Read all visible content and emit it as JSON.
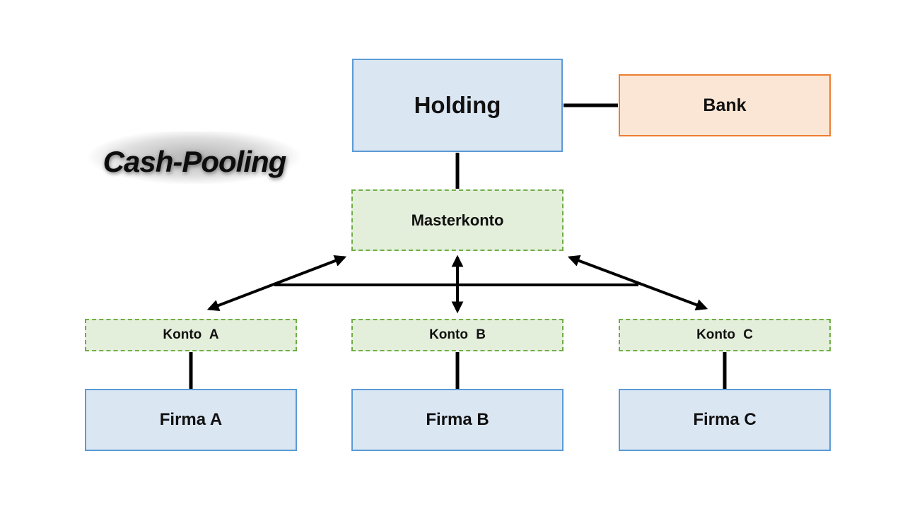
{
  "title": {
    "text": "Cash-Pooling"
  },
  "nodes": {
    "holding": {
      "label": "Holding"
    },
    "bank": {
      "label": "Bank"
    },
    "masterkonto": {
      "label": "Masterkonto"
    },
    "konto_a": {
      "label": "Konto A"
    },
    "konto_b": {
      "label": "Konto B"
    },
    "konto_c": {
      "label": "Konto C"
    },
    "firma_a": {
      "label": "Firma A"
    },
    "firma_b": {
      "label": "Firma B"
    },
    "firma_c": {
      "label": "Firma C"
    }
  },
  "colors": {
    "background": "#ffffff",
    "node_blue_fill": "#dbe6f3",
    "node_blue_border": "#5b9bd5",
    "node_green_fill": "#e4efdb",
    "node_green_border": "#70ad47",
    "node_orange_fill": "#fbe6d5",
    "node_orange_border": "#ed7d31",
    "connector": "#000000",
    "title_text": "#0d0d0d"
  }
}
